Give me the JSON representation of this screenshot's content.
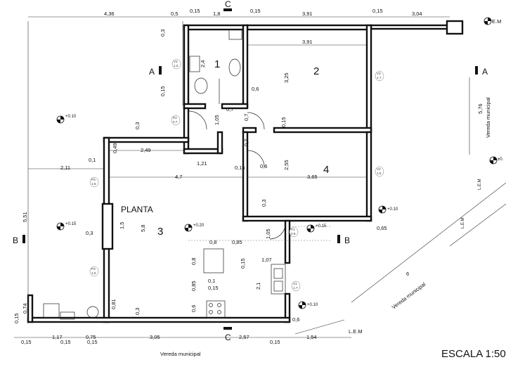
{
  "plan_title": "PLANTA",
  "scale_label": "ESCALA 1:50",
  "rooms": [
    "1",
    "2",
    "3",
    "4"
  ],
  "section_marks": {
    "a": "A",
    "b": "B",
    "c": "C",
    "e": "E.M"
  },
  "levels": {
    "l010": "+0.10",
    "l015": "+0.15",
    "l020": "+0.20",
    "l0": "±0."
  },
  "street_labels": {
    "bottom": "Vereda municipal",
    "right": "Vereda municipal",
    "diag": "Vereda municipal"
  },
  "lem": "L.E.M",
  "windows": {
    "v4": [
      "V4",
      "1.0"
    ],
    "v3": [
      "V3",
      "1.7"
    ],
    "v2": [
      "V2",
      "1.5"
    ],
    "v1": [
      "V1",
      "1.7"
    ],
    "p2": [
      "P2",
      "0.7"
    ],
    "p3a": [
      "P3",
      "1.5"
    ],
    "p3b": [
      "P3",
      "1.5"
    ],
    "p1": [
      "P1",
      "0.9"
    ]
  },
  "dims": {
    "top_436": "4,36",
    "top_05": "0,5",
    "top_015a": "0,15",
    "top_18": "1,8",
    "top_015b": "0,15",
    "top_391": "3,91",
    "top_015c": "0,15",
    "top_304": "3,04",
    "in_391": "3,91",
    "left_03a": "0,3",
    "b_24": "2,4",
    "b_015": "0,15",
    "r2_325": "3,25",
    "r2_06": "0,6",
    "c_07a": "0,7",
    "c_07b": "0,7",
    "c_105": "1,05",
    "c_015": "0,15",
    "c_07c": "0,7",
    "c_03": "0,3",
    "c_249": "2,49",
    "c_049": "0,49",
    "c_121": "1,21",
    "c_01": "0,1",
    "c_211": "2,11",
    "c_47": "4,7",
    "r4_015": "0,15",
    "r4_06": "0,6",
    "r4_255": "2,55",
    "r4_365": "3,65",
    "r4_03": "0,3",
    "r3_03": "0,3",
    "r3_15": "1,5",
    "r3_58": "5,8",
    "k_08": "0,8",
    "k_085": "0,85",
    "k_08b": "0,8",
    "k_015": "0,15",
    "k_107": "1,07",
    "k_01": "0,1",
    "k_015b": "0,15",
    "k_085b": "0,85",
    "k_21": "2,1",
    "k_06": "0,6",
    "k_105": "1,05",
    "k_06b": "0,6",
    "l_551": "5,51",
    "l_081": "0,81",
    "l_03": "0,3",
    "l_074": "0,74",
    "l_015": "0,15",
    "r_576": "5,76",
    "r_065": "0,65",
    "diag_6": "6",
    "bot_015a": "0,15",
    "bot_117": "1,17",
    "bot_015b": "0,15",
    "bot_075": "0,75",
    "bot_015c": "0,15",
    "bot_305": "3,05",
    "bot_257": "2,57",
    "bot_015d": "0,15",
    "bot_154": "1,54"
  }
}
